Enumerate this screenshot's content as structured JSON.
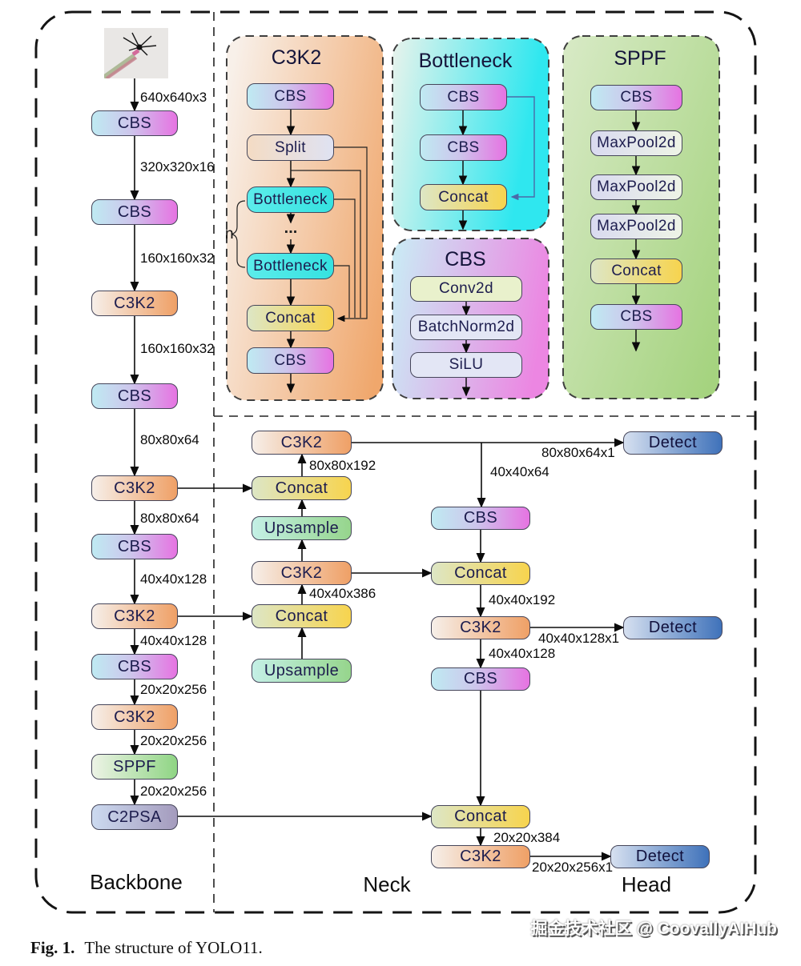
{
  "figure": {
    "sections": {
      "backbone": "Backbone",
      "neck": "Neck",
      "head": "Head"
    },
    "caption": {
      "prefix": "Fig. 1.",
      "text": "The structure of YOLO11."
    },
    "watermark": "掘金技术社区 @ CoovallyAIHub"
  },
  "backbone": {
    "nodes": [
      "CBS",
      "CBS",
      "C3K2",
      "CBS",
      "C3K2",
      "CBS",
      "C3K2",
      "CBS",
      "C3K2",
      "SPPF",
      "C2PSA"
    ],
    "dims": [
      "640x640x3",
      "320x320x16",
      "160x160x32",
      "160x160x32",
      "80x80x64",
      "80x80x64",
      "40x40x128",
      "40x40x128",
      "20x20x256",
      "20x20x256",
      "20x20x256"
    ]
  },
  "neck": {
    "left_nodes": [
      "C3K2",
      "Concat",
      "Upsample",
      "C3K2",
      "Concat",
      "Upsample"
    ],
    "left_dims": [
      "80x80x192",
      "40x40x386"
    ],
    "right_nodes": [
      "CBS",
      "Concat",
      "C3K2",
      "CBS",
      "Concat",
      "C3K2"
    ],
    "right_dims": [
      "40x40x64",
      "40x40x192",
      "40x40x128",
      "20x20x384"
    ]
  },
  "head": {
    "nodes": [
      "Detect",
      "Detect",
      "Detect"
    ],
    "dims": [
      "80x80x64x1",
      "40x40x128x1",
      "20x20x256x1"
    ]
  },
  "panels": {
    "c3k2": {
      "title": "C3K2",
      "nodes": [
        "CBS",
        "Split",
        "Bottleneck",
        "Bottleneck",
        "Concat",
        "CBS"
      ],
      "ellipsis": "...",
      "n_label": "n"
    },
    "bottleneck": {
      "title": "Bottleneck",
      "nodes": [
        "CBS",
        "CBS",
        "Concat"
      ]
    },
    "cbs": {
      "title": "CBS",
      "nodes": [
        "Conv2d",
        "BatchNorm2d",
        "SiLU"
      ]
    },
    "sppf": {
      "title": "SPPF",
      "nodes": [
        "CBS",
        "MaxPool2d",
        "MaxPool2d",
        "MaxPool2d",
        "Concat",
        "CBS"
      ]
    }
  },
  "palette": {
    "cbs_box": [
      "#bfeaf2",
      "#e673e2"
    ],
    "c3k2_box": [
      "#f6efe9",
      "#efa066"
    ],
    "concat_box": [
      "#dde6c5",
      "#f7d44e"
    ],
    "upsample_box": [
      "#c4f0e6",
      "#96d58c"
    ],
    "detect_box": [
      "#d6e0f0",
      "#3f72ba"
    ],
    "sppf_box": [
      "#edf3e6",
      "#8fd584"
    ],
    "c2psa_box": [
      "#ccdaf0",
      "#a49bbd"
    ],
    "bottleneck_box": [
      "#5ceceb",
      "#35e2e0"
    ],
    "c3k2_panel": [
      "#f8f0e9",
      "#f0a76c"
    ],
    "bottleneck_panel": [
      "#e9f3ec",
      "#2fe7ef"
    ],
    "cbs_panel": [
      "#c9edf5",
      "#ec86e2"
    ],
    "sppf_panel": [
      "#d8eac6",
      "#a5d37f"
    ]
  }
}
